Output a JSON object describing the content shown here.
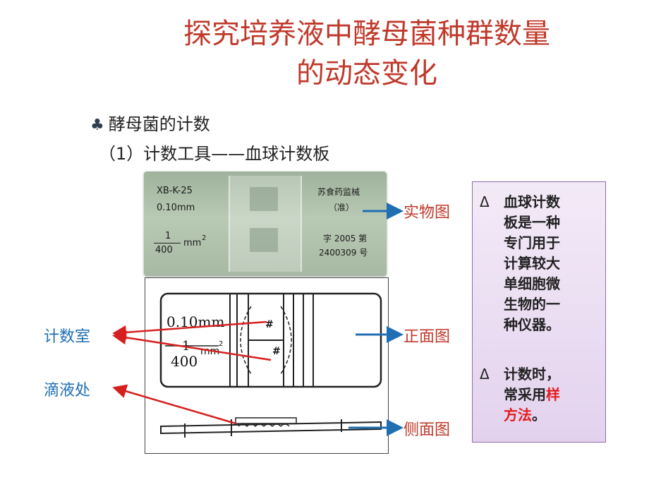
{
  "title_line1": "探究培养液中酵母菌种群数量",
  "title_line2": "的动态变化",
  "bullet_icon": "club-icon",
  "bullet_text": "酵母菌的计数",
  "subheading": "（1）计数工具——血球计数板",
  "photo": {
    "left_line1": "XB-K-25",
    "left_line2": "0.10mm",
    "left_frac_num": "1",
    "left_frac_den": "400",
    "left_unit": "mm",
    "left_unit_sup": "2",
    "right_line1": "苏食药监械",
    "right_line2": "（准）",
    "right_line3": "字 2005 第",
    "right_line4": "2400309 号"
  },
  "drawing": {
    "depth": "0.10mm",
    "frac_num": "1",
    "frac_den": "400",
    "unit": "mm",
    "unit_sup": "2",
    "mark1": "#",
    "mark2": "#"
  },
  "labels": {
    "shiwu": "实物图",
    "zhengmian": "正面图",
    "cemian": "侧面图",
    "jishushi": "计数室",
    "diyechu": "滴液处"
  },
  "infobox": {
    "delta": "Δ",
    "p1_lines": [
      "血球计数",
      "板是一种",
      "专门用于",
      "计算较大",
      "单细胞微",
      "生物的一",
      "种仪器。"
    ],
    "p2_line1": "计数时，",
    "p2_line2_pre": "常采用",
    "p2_line2_hl": "样",
    "p2_line3_hl": "方法",
    "p2_line3_post": "。"
  },
  "colors": {
    "title": "#c0392b",
    "label_red": "#c0392b",
    "label_blue": "#1f6fb2",
    "arrow_blue": "#1f6fb2",
    "arrow_red": "#d62020",
    "highlight": "#e31b1b",
    "infobox_border": "#8e6bb0"
  }
}
